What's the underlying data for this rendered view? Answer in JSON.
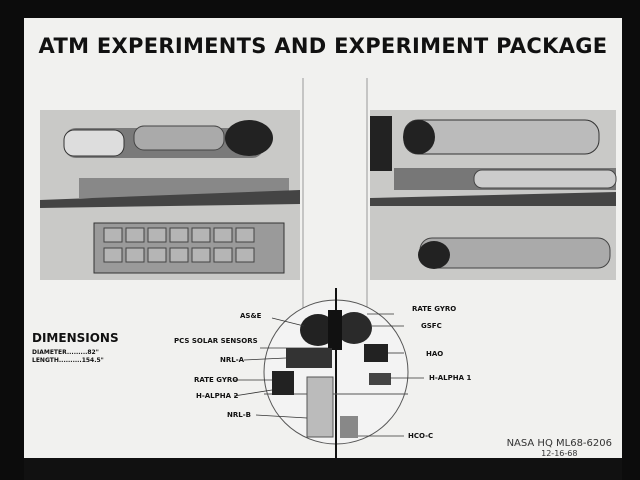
{
  "title": "ATM EXPERIMENTS AND EXPERIMENT PACKAGE",
  "dimensions": {
    "heading": "DIMENSIONS",
    "rows": [
      {
        "label": "DIAMETER",
        "value": "82\""
      },
      {
        "label": "LENGTH",
        "value": "154.5\""
      }
    ]
  },
  "diagram_labels": {
    "left": [
      "AS&E",
      "PCS SOLAR SENSORS",
      "NRL-A",
      "RATE GYRO",
      "H-ALPHA 2",
      "NRL-B"
    ],
    "right": [
      "RATE GYRO",
      "GSFC",
      "HAO",
      "H-ALPHA 1",
      "HCO-C"
    ]
  },
  "credit": {
    "id": "NASA HQ ML68-6206",
    "date": "12-16-68"
  }
}
